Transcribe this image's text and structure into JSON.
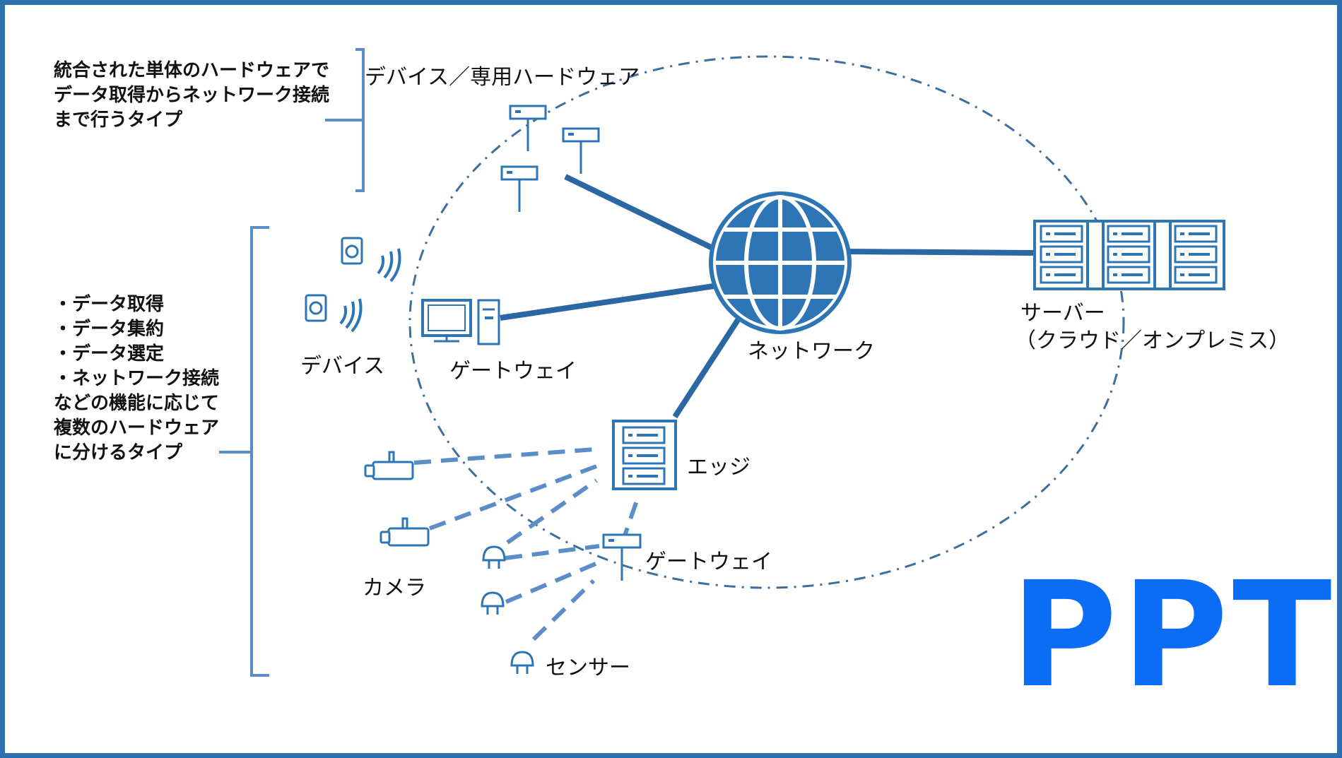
{
  "colors": {
    "border": "#2e6fad",
    "accent": "#2e75b6",
    "line_dark": "#2a67a3",
    "line_light": "#5b8ec6",
    "watermark": "#0b6cf5"
  },
  "notes": {
    "top": [
      "統合された単体のハードウェアで",
      "データ取得からネットワーク接続",
      "まで行うタイプ"
    ],
    "bottom": [
      "・データ取得",
      "・データ集約",
      "・データ選定",
      "・ネットワーク接続",
      "などの機能に応じて",
      "複数のハードウェア",
      "に分けるタイプ"
    ]
  },
  "labels": {
    "dedicated_hw": "デバイス／専用ハードウェア",
    "devices": "デバイス",
    "gateway_pc": "ゲートウェイ",
    "network": "ネットワーク",
    "server_line1": "サーバー",
    "server_line2": "（クラウド／オンプレミス）",
    "edge": "エッジ",
    "gateway_small": "ゲートウェイ",
    "camera": "カメラ",
    "sensor": "センサー"
  },
  "icons": {
    "dedicated": "dedicated-hardware-icon",
    "device": "wireless-device-icon",
    "gateway_pc": "desktop-computer-icon",
    "network": "globe-icon",
    "server": "server-rack-icon",
    "edge": "edge-server-icon",
    "gateway_small": "gateway-box-icon",
    "camera": "security-camera-icon",
    "sensor": "plug-sensor-icon"
  },
  "watermark": "PPT"
}
